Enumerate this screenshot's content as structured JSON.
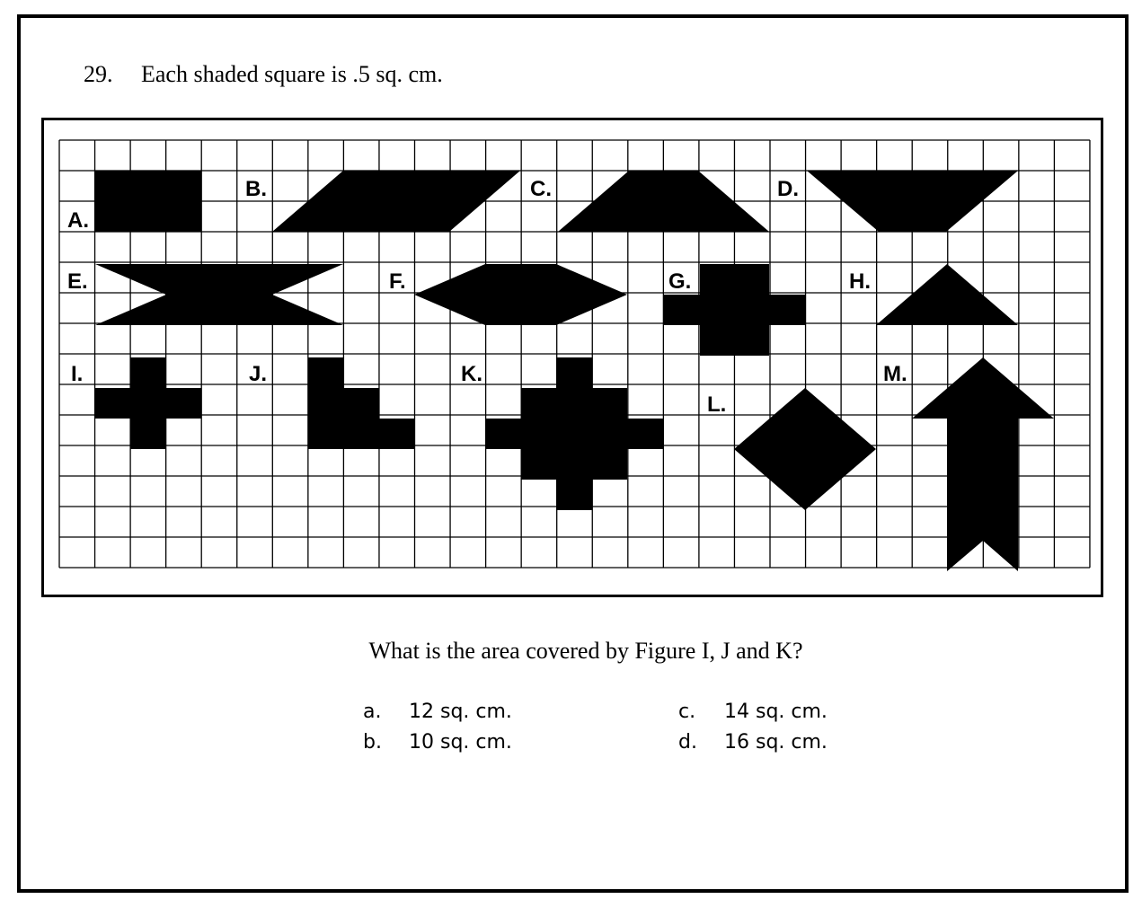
{
  "question_number": "29.",
  "stem": "Each shaded square is .5 sq. cm.",
  "figure_labels": {
    "A": "A.",
    "B": "B.",
    "C": "C.",
    "D": "D.",
    "E": "E.",
    "F": "F.",
    "G": "G.",
    "H": "H.",
    "I": "I.",
    "J": "J.",
    "K": "K.",
    "L": "L.",
    "M": "M."
  },
  "question": "What is the area covered by Figure I, J and K?",
  "choices": [
    {
      "letter": "a.",
      "text": "12 sq. cm."
    },
    {
      "letter": "b.",
      "text": "10 sq. cm."
    },
    {
      "letter": "c.",
      "text": "14 sq. cm."
    },
    {
      "letter": "d.",
      "text": "16 sq. cm."
    }
  ]
}
